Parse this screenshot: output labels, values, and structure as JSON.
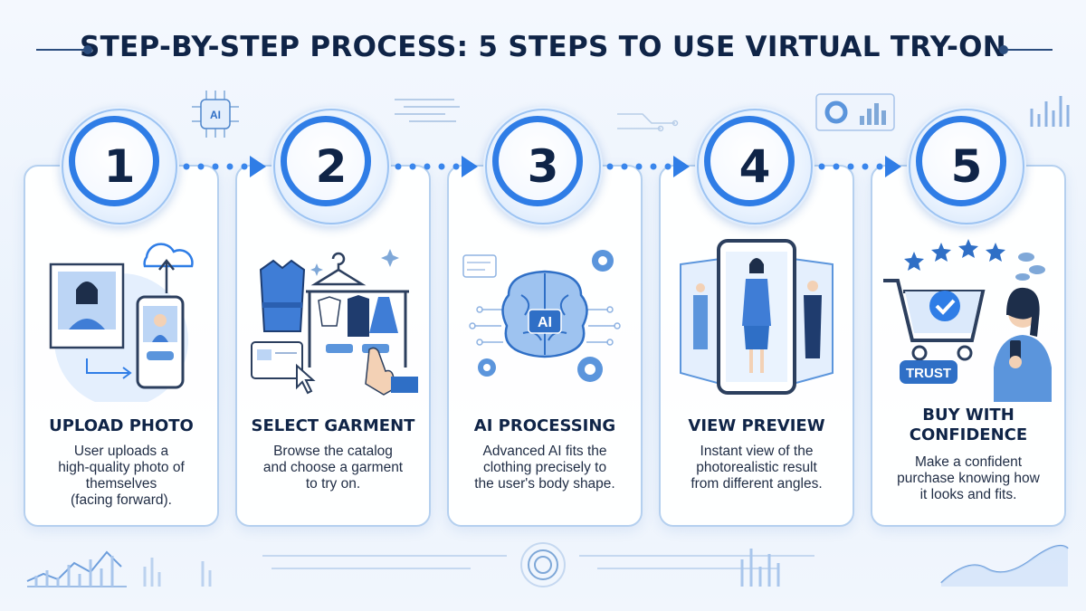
{
  "title": "STEP-BY-STEP PROCESS: 5 STEPS TO USE VIRTUAL TRY-ON",
  "colors": {
    "accent": "#2f7de6",
    "navy": "#0f2447",
    "card_border": "#b5d0ef",
    "background": "#eef4fc"
  },
  "steps": [
    {
      "number": "1",
      "title": "UPLOAD PHOTO",
      "description": "User uploads a\nhigh-quality photo of\nthemselves\n(facing forward).",
      "illustration": "photo-upload-cloud-phone"
    },
    {
      "number": "2",
      "title": "SELECT GARMENT",
      "description": "Browse the catalog\nand choose a garment\nto try on.",
      "illustration": "garment-rack-pointer"
    },
    {
      "number": "3",
      "title": "AI PROCESSING",
      "description": "Advanced AI fits the\nclothing precisely to\nthe user's body shape.",
      "illustration": "ai-brain-gears"
    },
    {
      "number": "4",
      "title": "VIEW PREVIEW",
      "description": "Instant view of the\nphotorealistic result\nfrom different angles.",
      "illustration": "phone-preview-angles"
    },
    {
      "number": "5",
      "title": "BUY WITH\nCONFIDENCE",
      "description": "Make a confident\npurchase knowing how\nit looks and fits.",
      "illustration": "cart-stars-trust"
    }
  ],
  "badges": {
    "ai_chip": "AI",
    "ai_brain": "AI",
    "trust": "TRUST"
  }
}
